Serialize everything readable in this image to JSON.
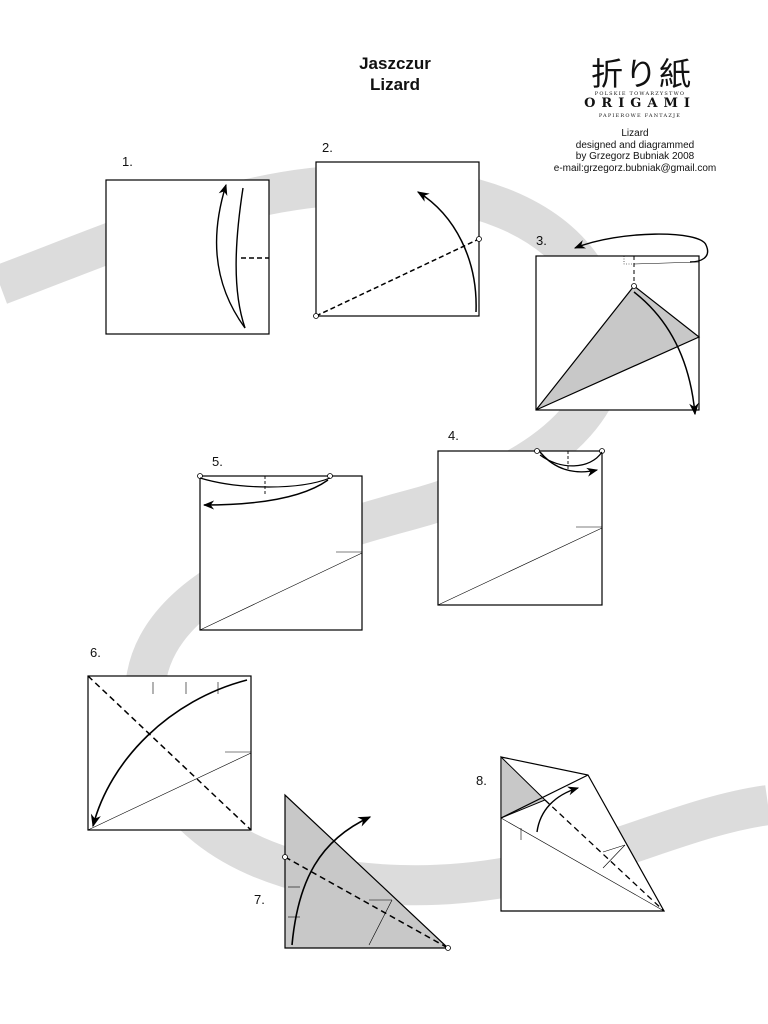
{
  "header": {
    "title_pl": "Jaszczur",
    "title_en": "Lizard"
  },
  "logo": {
    "kanji": "折り紙",
    "top_line": "POLSKIE TOWARZYSTWO",
    "main": "ORIGAMI",
    "bottom_line": "PAPIEROWE FANTAZJE"
  },
  "credits": {
    "model": "Lizard",
    "line1": "designed and diagrammed",
    "line2": "by Grzegorz Bubniak 2008",
    "email": "e-mail:grzegorz.bubniak@gmail.com"
  },
  "steps": [
    "1.",
    "2.",
    "3.",
    "4.",
    "5.",
    "6.",
    "7.",
    "8."
  ],
  "colors": {
    "paper": "#ffffff",
    "paper_colored": "#c8c8c8",
    "band": "#dcdcdc",
    "line": "#000000"
  }
}
